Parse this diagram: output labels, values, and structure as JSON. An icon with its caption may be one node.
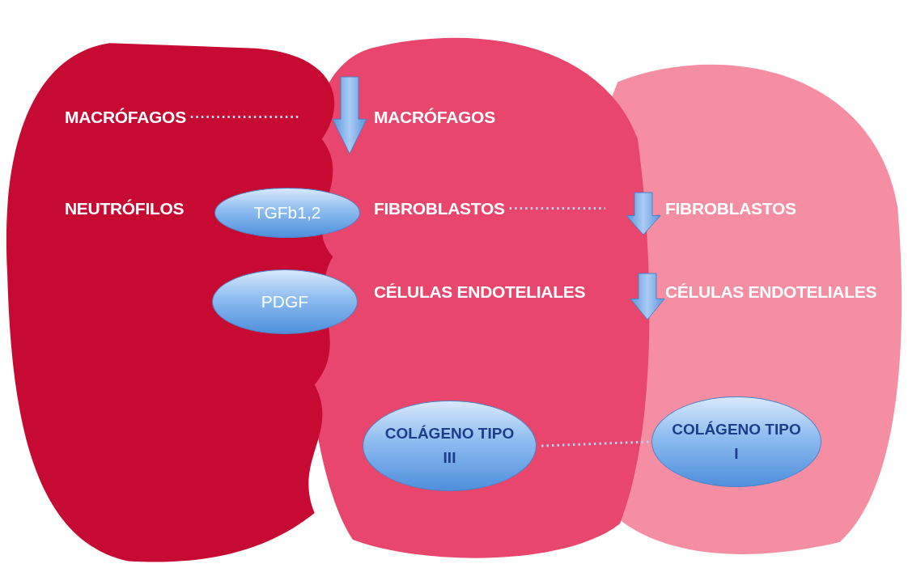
{
  "diagram": {
    "nodes": [
      {
        "text": [],
        "shape": "cloud"
      },
      {
        "text": [
          "MACRÓFAGOS"
        ],
        "in": 0
      },
      {
        "text": [
          "NEUTRÓFILOS"
        ],
        "in": 0
      },
      {
        "text": [],
        "shape": "cloud"
      },
      {
        "text": [
          "MACRÓFAGOS"
        ],
        "in": 3
      },
      {
        "text": [
          "FIBROBLASTOS"
        ],
        "in": 3
      },
      {
        "text": [
          "CÉLULAS ENDOTELIALES"
        ],
        "in": 3
      },
      {
        "text": [
          "COLÁGENO TIPO III"
        ],
        "in": 3
      },
      {
        "text": [],
        "shape": "cloud"
      },
      {
        "text": [
          "FIBROBLASTOS"
        ],
        "in": 8
      },
      {
        "text": [
          "CÉLULAS ENDOTELIALES"
        ],
        "in": 8
      },
      {
        "text": [
          "COLÁGENO TIPO I"
        ],
        "in": 8
      },
      {
        "text": [
          "TGFb1,2"
        ]
      },
      {
        "text": [
          "PDGF"
        ]
      }
    ],
    "edges": [
      {
        "from": 1,
        "to": null,
        "arrow": "none",
        "style": "dashed"
      },
      {
        "from": 5,
        "to": null,
        "arrow": "none",
        "style": "dashed"
      },
      {
        "from": 7,
        "to": 11,
        "arrow": "none",
        "style": "dashed"
      }
    ]
  }
}
